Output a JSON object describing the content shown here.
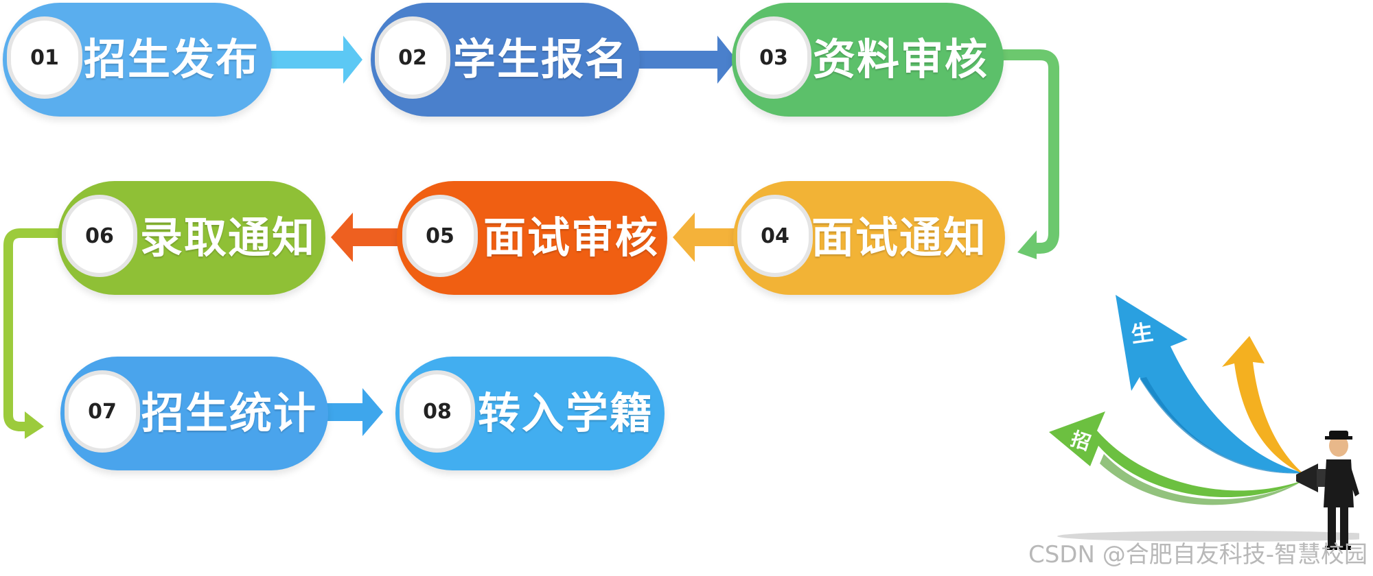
{
  "colors": {
    "step01": "#5aaeee",
    "step02": "#4a80cc",
    "step03": "#5cc06a",
    "step04": "#f2b336",
    "step05": "#f05f12",
    "step06": "#8fc036",
    "step07": "#4aa4ec",
    "step08": "#42aef0",
    "arrow_blue": "#2aa0e0",
    "arrow_green": "#6cc040",
    "arrow_yellow": "#f4b020"
  },
  "steps": [
    {
      "num": "01",
      "label": "招生发布"
    },
    {
      "num": "02",
      "label": "学生报名"
    },
    {
      "num": "03",
      "label": "资料审核"
    },
    {
      "num": "04",
      "label": "面试通知"
    },
    {
      "num": "05",
      "label": "面试审核"
    },
    {
      "num": "06",
      "label": "录取通知"
    },
    {
      "num": "07",
      "label": "招生统计"
    },
    {
      "num": "08",
      "label": "转入学籍"
    }
  ],
  "illustration": {
    "arrow_char_blue": "生",
    "arrow_char_green": "招"
  },
  "watermark": "CSDN @合肥自友科技-智慧校园"
}
